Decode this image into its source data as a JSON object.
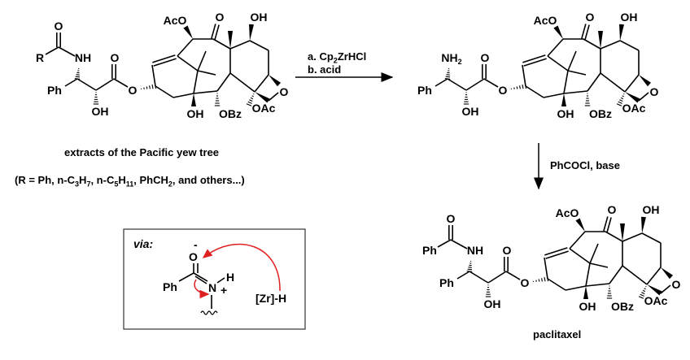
{
  "starting_material": {
    "labels": {
      "R": "R",
      "NH": "NH",
      "Ph": "Ph",
      "side_OH": "OH",
      "carbonyl_O1": "O",
      "carbonyl_O2": "O",
      "ester_O": "O",
      "AcO": "AcO",
      "keto_O": "O",
      "OH_top": "OH",
      "oxetane_O": "O",
      "OH_bottom": "OH",
      "OBz": "OBz",
      "OAc": "OAc"
    },
    "caption": "extracts of the Pacific yew tree",
    "r_groups": [
      "(R = Ph, n-C",
      "3",
      "H",
      "7",
      ", n-C",
      "5",
      "H",
      "11",
      ", PhCH",
      "2",
      ", and others...)"
    ]
  },
  "intermediate": {
    "labels": {
      "NH2": "NH",
      "NH2_sub": "2",
      "Ph": "Ph",
      "side_OH": "OH",
      "carbonyl_O2": "O",
      "ester_O": "O",
      "AcO": "AcO",
      "keto_O": "O",
      "OH_top": "OH",
      "oxetane_O": "O",
      "OH_bottom": "OH",
      "OBz": "OBz",
      "OAc": "OAc"
    }
  },
  "product": {
    "labels": {
      "R": "Ph",
      "NH": "NH",
      "Ph": "Ph",
      "side_OH": "OH",
      "carbonyl_O1": "O",
      "carbonyl_O2": "O",
      "ester_O": "O",
      "AcO": "AcO",
      "keto_O": "O",
      "OH_top": "OH",
      "oxetane_O": "O",
      "OH_bottom": "OH",
      "OBz": "OBz",
      "OAc": "OAc"
    },
    "name": "paclitaxel"
  },
  "step1": {
    "a": [
      "a. Cp",
      "2",
      "ZrHCl"
    ],
    "b": "b. acid"
  },
  "step2": "PhCOCl, base",
  "mechanism": {
    "via": "via:",
    "O_minus": "O",
    "charge_minus": "-",
    "Ph": "Ph",
    "N": "N",
    "H": "H",
    "charge_plus": "+",
    "hydride": "[Zr]-H"
  },
  "colors": {
    "r_group": "#2b3fd6",
    "arrow_mech": "#e02020",
    "ink": "#000000"
  }
}
